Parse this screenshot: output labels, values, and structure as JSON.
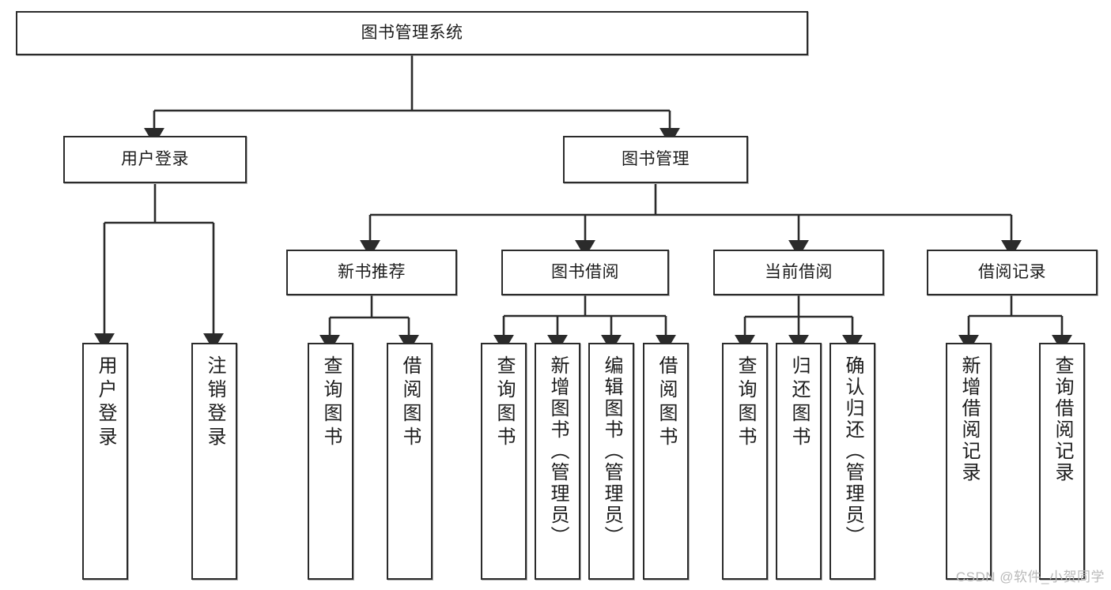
{
  "diagram": {
    "type": "tree-hierarchy-chart",
    "title": "图书管理系统",
    "watermark": "CSDN @软件_小贺同学",
    "colors": {
      "background": "#ffffff",
      "box_border": "#2b2b2b",
      "box_fill": "#ffffff",
      "connector": "#2b2b2b",
      "text": "#1c1c1c",
      "watermark": "#b9b9b9"
    },
    "levels": [
      {
        "level": 0,
        "nodes": [
          {
            "id": "root",
            "label": "图书管理系统",
            "orientation": "horizontal"
          }
        ]
      },
      {
        "level": 1,
        "nodes": [
          {
            "id": "login",
            "label": "用户登录",
            "orientation": "horizontal",
            "parent": "root"
          },
          {
            "id": "bookmgmt",
            "label": "图书管理",
            "orientation": "horizontal",
            "parent": "root"
          }
        ]
      },
      {
        "level": 2,
        "nodes": [
          {
            "id": "newbook",
            "label": "新书推荐",
            "orientation": "horizontal",
            "parent": "bookmgmt"
          },
          {
            "id": "borrow",
            "label": "图书借阅",
            "orientation": "horizontal",
            "parent": "bookmgmt"
          },
          {
            "id": "current",
            "label": "当前借阅",
            "orientation": "horizontal",
            "parent": "bookmgmt"
          },
          {
            "id": "record",
            "label": "借阅记录",
            "orientation": "horizontal",
            "parent": "bookmgmt"
          }
        ]
      },
      {
        "level": 3,
        "nodes": [
          {
            "id": "leaf1",
            "label": "用户登录",
            "orientation": "vertical",
            "parent": "login"
          },
          {
            "id": "leaf2",
            "label": "注销登录",
            "orientation": "vertical",
            "parent": "login"
          },
          {
            "id": "leaf3",
            "label": "查询图书",
            "orientation": "vertical",
            "parent": "newbook"
          },
          {
            "id": "leaf4",
            "label": "借阅图书",
            "orientation": "vertical",
            "parent": "newbook"
          },
          {
            "id": "leaf5",
            "label": "查询图书",
            "orientation": "vertical",
            "parent": "borrow"
          },
          {
            "id": "leaf6",
            "label": "新增图书（管理员）",
            "orientation": "vertical",
            "parent": "borrow"
          },
          {
            "id": "leaf7",
            "label": "编辑图书（管理员）",
            "orientation": "vertical",
            "parent": "borrow"
          },
          {
            "id": "leaf8",
            "label": "借阅图书",
            "orientation": "vertical",
            "parent": "borrow"
          },
          {
            "id": "leaf9",
            "label": "查询图书",
            "orientation": "vertical",
            "parent": "current"
          },
          {
            "id": "leaf10",
            "label": "归还图书",
            "orientation": "vertical",
            "parent": "current"
          },
          {
            "id": "leaf11",
            "label": "确认归还（管理员）",
            "orientation": "vertical",
            "parent": "current"
          },
          {
            "id": "leaf12",
            "label": "新增借阅记录",
            "orientation": "vertical",
            "parent": "record"
          },
          {
            "id": "leaf13",
            "label": "查询借阅记录",
            "orientation": "vertical",
            "parent": "record"
          }
        ]
      }
    ]
  }
}
